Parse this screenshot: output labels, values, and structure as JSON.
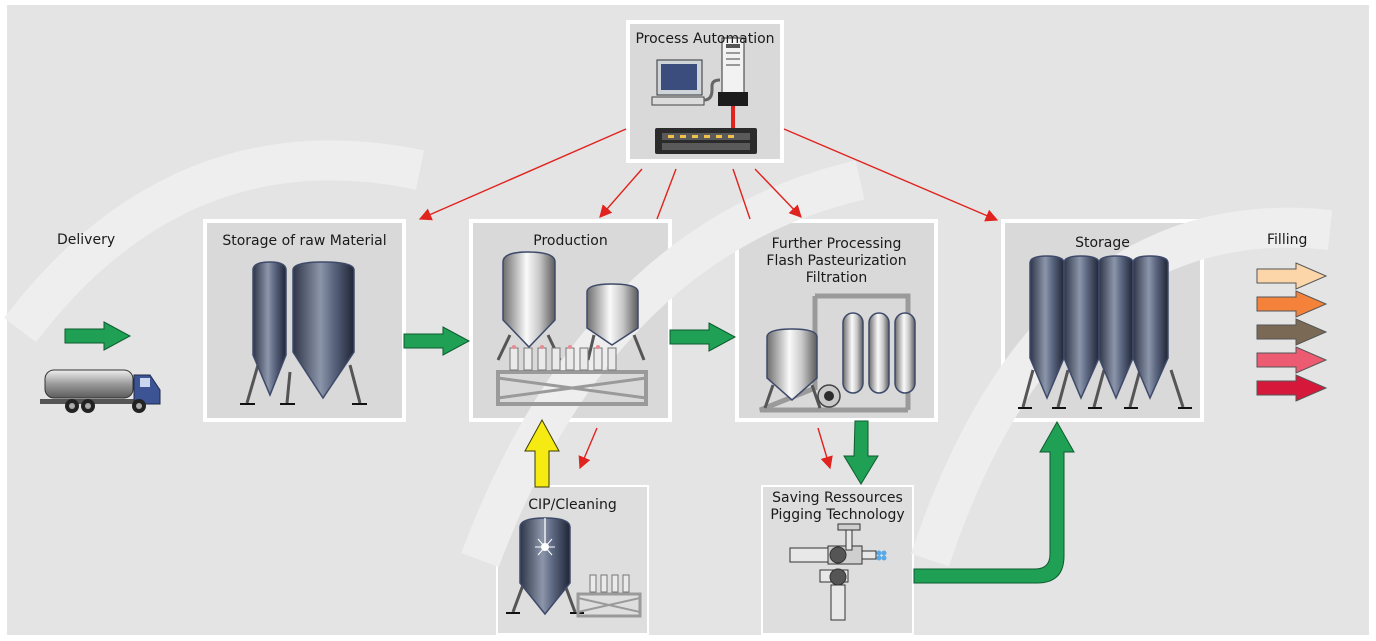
{
  "labels": {
    "process_automation": "Process Automation",
    "delivery": "Delivery",
    "storage_raw": "Storage of raw Material",
    "production": "Production",
    "further_1": "Further Processing",
    "further_2": "Flash Pasteurization",
    "further_3": "Filtration",
    "storage": "Storage",
    "filling": "Filling",
    "cip": "CIP/Cleaning",
    "saving_1": "Saving Ressources",
    "saving_2": "Pigging Technology"
  },
  "colors": {
    "background": "#e4e4e4",
    "box_fill": "#d9d9d9",
    "flow_green": "#1fa055",
    "control_red": "#e0231e",
    "cip_yellow": "#f5ea12",
    "tank_blue": "#4b5770",
    "filling_arrows": [
      "#fcd6a8",
      "#f4823a",
      "#7a6a55",
      "#ec5b72",
      "#d6183a"
    ]
  },
  "icons": [
    "computer-workstation-icon",
    "server-tower-icon",
    "network-switch-icon",
    "tanker-truck-icon",
    "silo-icon",
    "valve-block-icon",
    "pump-icon",
    "filter-column-icon",
    "pig-launcher-icon"
  ]
}
